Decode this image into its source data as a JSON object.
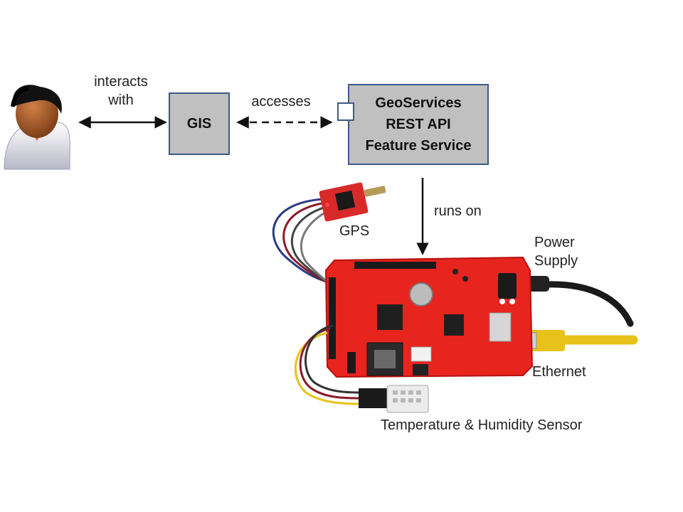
{
  "colors": {
    "box_fill": "#c0c0c0",
    "box_border": "#3d5a86",
    "board": "#e8241f",
    "cable_yellow": "#e8c21a",
    "cable_black": "#1a1a1a"
  },
  "icons": {
    "user": "user-person-icon",
    "gps": "gps-module-icon",
    "board": "arduino-board-icon",
    "sensor": "temperature-humidity-sensor-icon"
  },
  "edges": {
    "interacts": {
      "line1": "interacts",
      "line2": "with"
    },
    "accesses": "accesses",
    "runs_on": "runs on"
  },
  "nodes": {
    "gis": "GIS",
    "service": {
      "line1": "GeoServices",
      "line2": "REST API",
      "line3": "Feature Service"
    }
  },
  "labels": {
    "gps": "GPS",
    "power": {
      "line1": "Power",
      "line2": "Supply"
    },
    "ethernet": "Ethernet",
    "sensor": "Temperature & Humidity Sensor"
  }
}
